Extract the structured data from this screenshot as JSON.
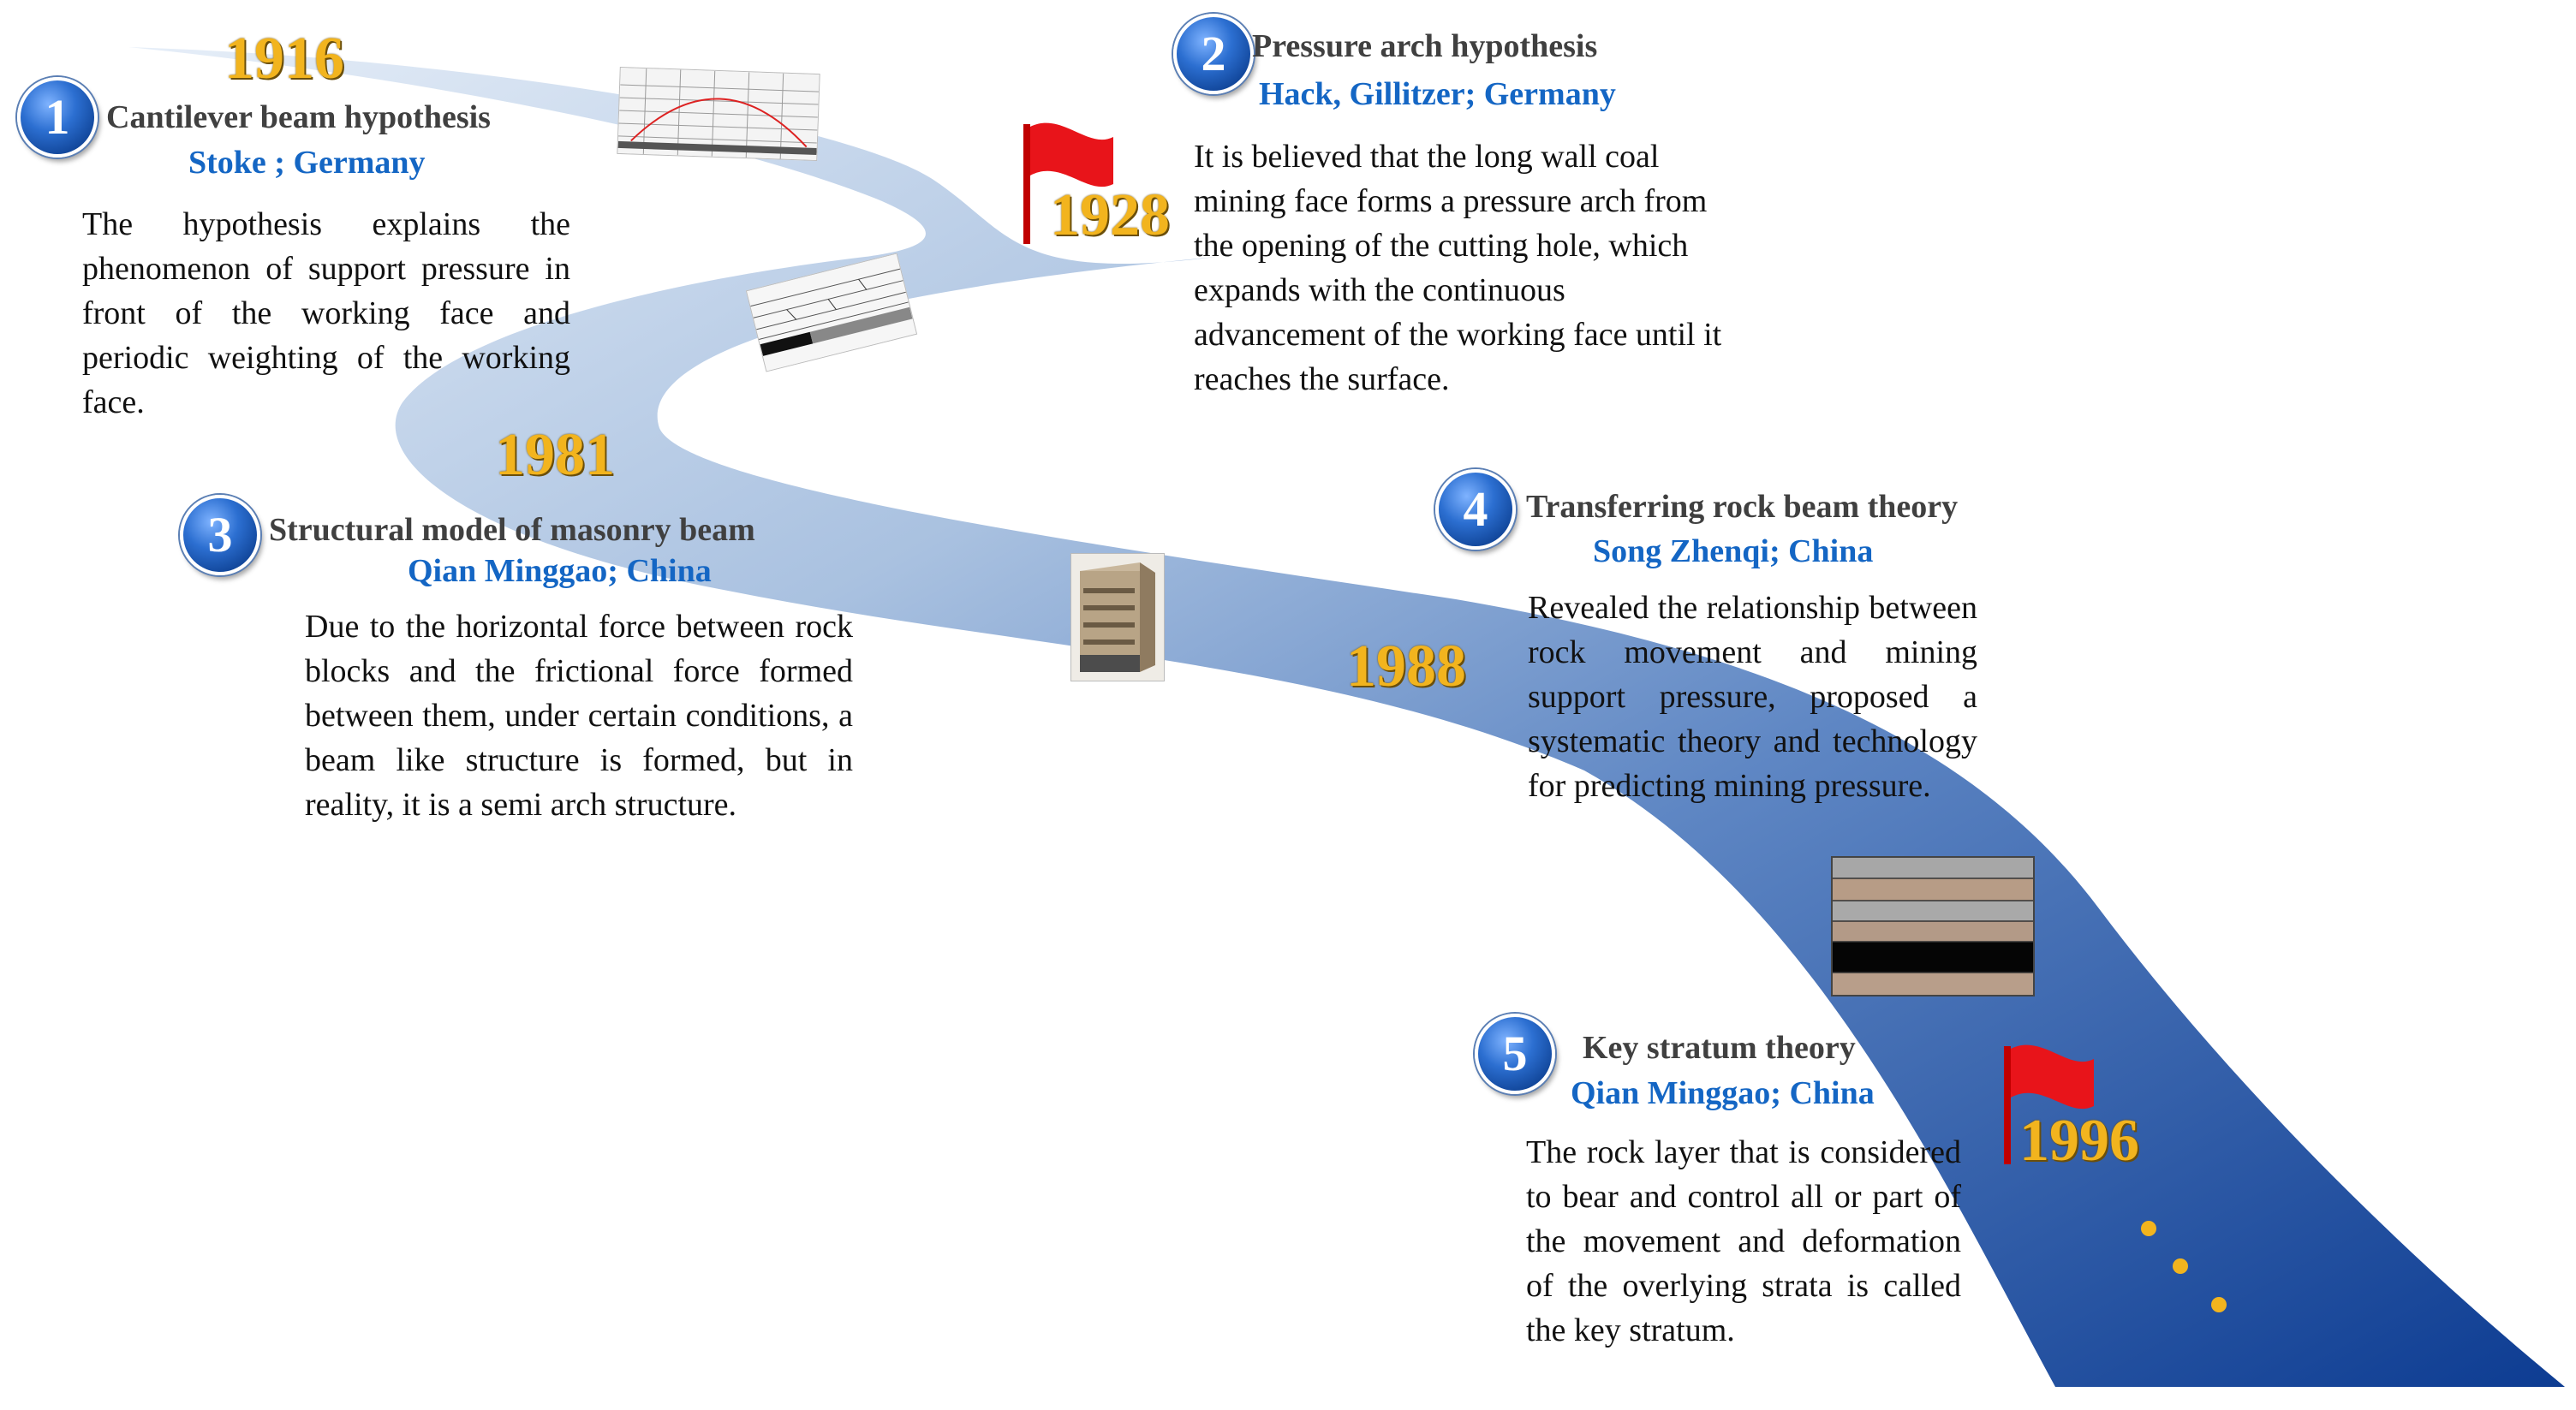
{
  "years": [
    "1916",
    "1928",
    "1981",
    "1988",
    "1996"
  ],
  "milestones": [
    {
      "number": "1",
      "title": "Cantilever beam hypothesis",
      "author": "Stoke ; Germany",
      "description": "The hypothesis explains the phenomenon of support pressure in front of the working face and periodic weighting of the working face."
    },
    {
      "number": "2",
      "title": "Pressure arch hypothesis",
      "author": "Hack, Gillitzer; Germany",
      "description": "It is believed that the long wall coal mining face forms a pressure arch from the opening of the cutting hole, which expands with the continuous advancement of the working face until it reaches the surface."
    },
    {
      "number": "3",
      "title": "Structural model of masonry beam",
      "author": "Qian Minggao; China",
      "description": "Due to the horizontal force between rock blocks and the frictional force formed between them, under certain conditions, a beam like structure is formed, but in reality, it is a semi arch structure."
    },
    {
      "number": "4",
      "title": "Transferring rock beam theory",
      "author": "Song Zhenqi; China",
      "description": "Revealed the relationship between rock movement and mining support pressure, proposed a systematic theory and technology for predicting mining pressure."
    },
    {
      "number": "5",
      "title": "Key stratum theory",
      "author": "Qian Minggao; China",
      "description": "The rock layer that is considered to bear and control all or part of the movement and deformation of the overlying strata is called the key stratum."
    }
  ],
  "colors": {
    "road_light": "#dbe7f5",
    "road_dark": "#0e3f96",
    "year_gold": "#f2b41e",
    "author_blue": "#1466c4",
    "flag_red": "#e8141a"
  }
}
